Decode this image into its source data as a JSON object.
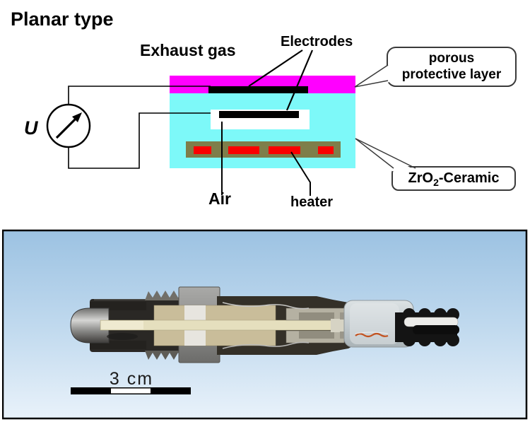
{
  "title": "Planar type",
  "diagram": {
    "exhaust_gas_label": "Exhaust gas",
    "electrodes_label": "Electrodes",
    "voltmeter_label": "U",
    "air_label": "Air",
    "heater_label": "heater",
    "callouts": {
      "porous": {
        "line1": "porous",
        "line2": "protective layer"
      },
      "zro2": {
        "pre": "ZrO",
        "sub": "2",
        "post": "-Ceramic"
      }
    },
    "colors": {
      "protective_layer": "#FF00FF",
      "zro2_ceramic": "#7DF9F9",
      "electrode": "#000000",
      "air_channel": "#FFFFFF",
      "heater_body": "#7E7E4A",
      "heater_element": "#FA0000"
    }
  },
  "photo": {
    "scale_label": "3 cm",
    "background_top": "#9CC2E2",
    "background_bottom": "#E9F2FA"
  }
}
